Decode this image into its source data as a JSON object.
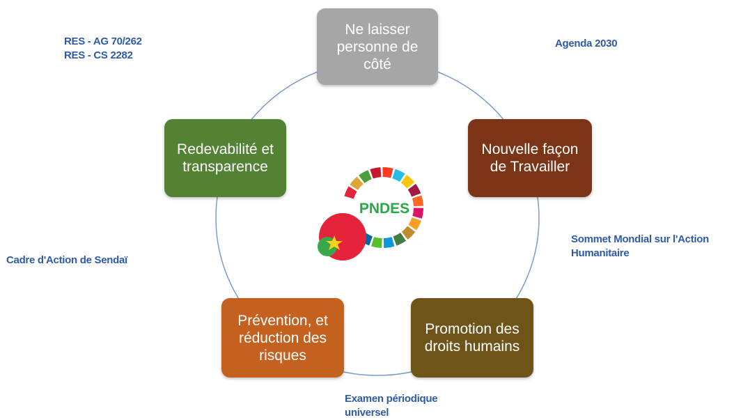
{
  "nodes": {
    "top": {
      "label": "Ne  laisser\npersonne de\ncôté",
      "color": "#a6a6a6"
    },
    "right": {
      "label": "Nouvelle façon\nde Travailler",
      "color": "#7b3415"
    },
    "bottom_right": {
      "label": "Promotion des\ndroits humains",
      "color": "#6e5418"
    },
    "bottom_left": {
      "label": "Prévention, et\nréduction des\nrisques",
      "color": "#c4611f"
    },
    "left": {
      "label": "Redevabilité et\ntransparence",
      "color": "#548235"
    }
  },
  "external_labels": {
    "top_left": "RES - AG 70/262\nRES - CS 2282",
    "top_right": "Agenda 2030",
    "right": "Sommet Mondial sur l'Action\nHumanitaire",
    "left": "Cadre d'Action de Sendaï",
    "bottom": "Examen périodique\nuniversel"
  },
  "center_logo": {
    "text": "PNDES",
    "text_color": "#2aa84a",
    "ring_colors": [
      "#e5243b",
      "#dda63a",
      "#4c9f38",
      "#c5192d",
      "#ff3a21",
      "#26bde2",
      "#fcc30b",
      "#a21942",
      "#fd6925",
      "#dd1367",
      "#fd9d24",
      "#bf8b2e",
      "#3f7e44",
      "#0a97d9",
      "#56c02b",
      "#00689d",
      "#19486a"
    ],
    "flag_red": "#e5243b",
    "flag_green": "#3aa84a",
    "star_color": "#fcd116"
  },
  "ring_color": "#7a9cc6"
}
